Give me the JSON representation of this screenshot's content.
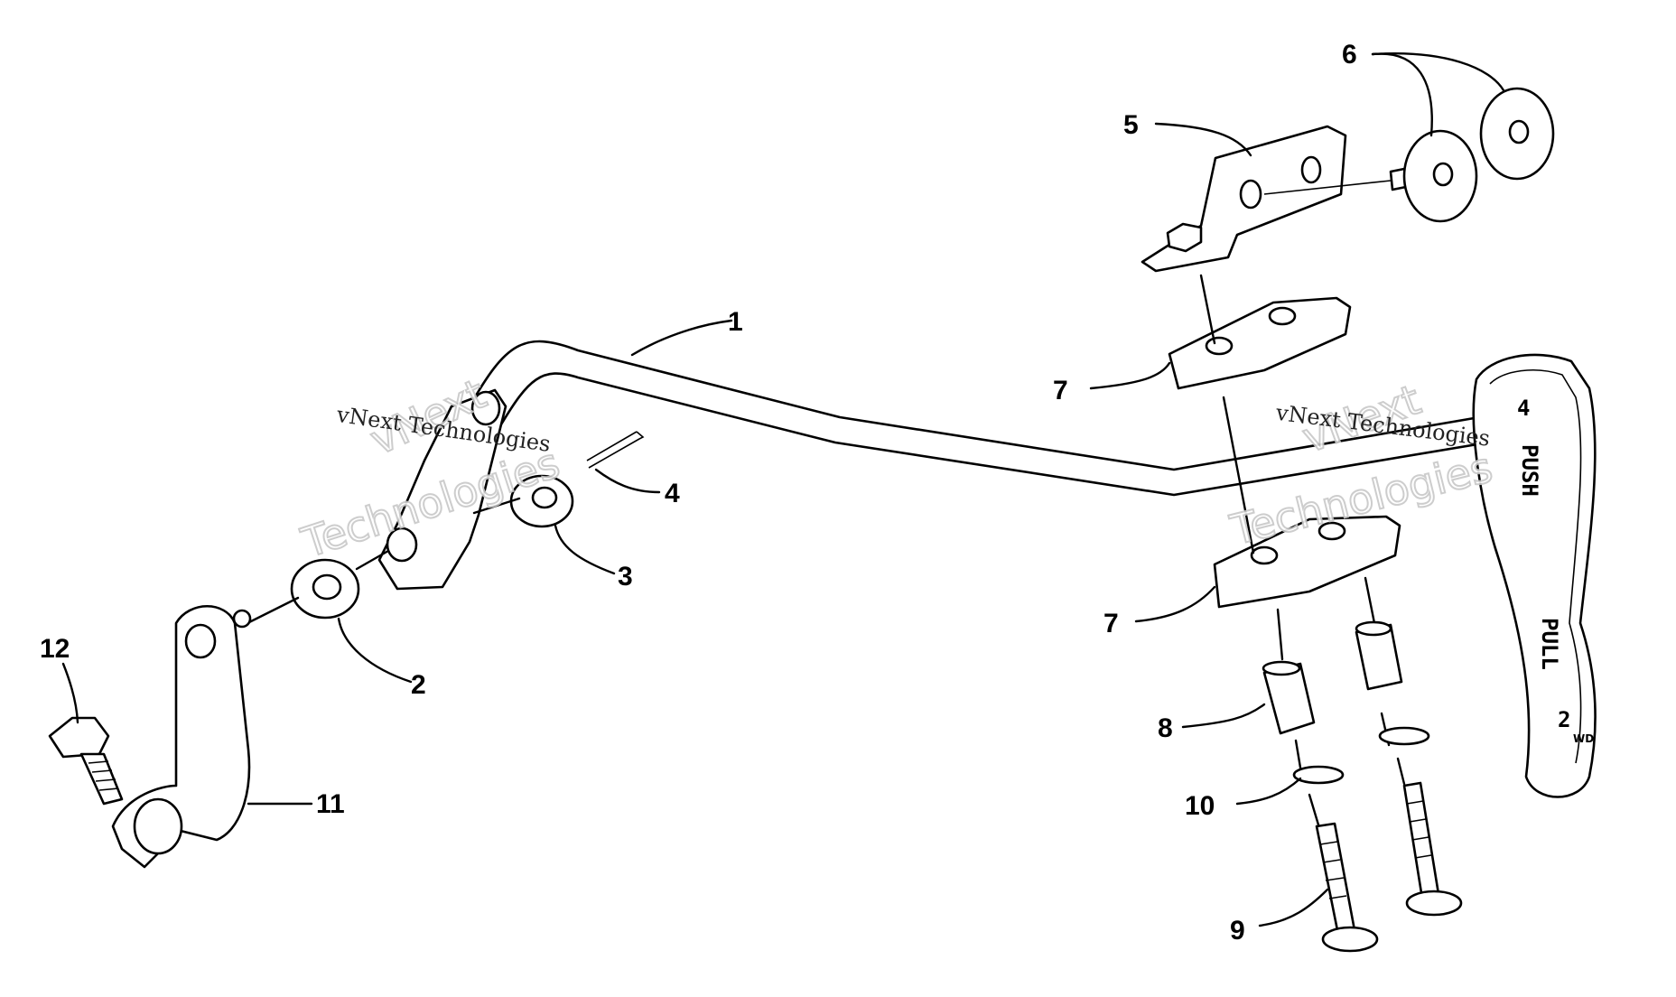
{
  "diagram": {
    "callouts": [
      {
        "id": "c1",
        "label": "1"
      },
      {
        "id": "c2",
        "label": "2"
      },
      {
        "id": "c3",
        "label": "3"
      },
      {
        "id": "c4",
        "label": "4"
      },
      {
        "id": "c5",
        "label": "5"
      },
      {
        "id": "c6",
        "label": "6"
      },
      {
        "id": "c7a",
        "label": "7"
      },
      {
        "id": "c7b",
        "label": "7"
      },
      {
        "id": "c8",
        "label": "8"
      },
      {
        "id": "c9",
        "label": "9"
      },
      {
        "id": "c10",
        "label": "10"
      },
      {
        "id": "c11",
        "label": "11"
      },
      {
        "id": "c12",
        "label": "12"
      }
    ],
    "watermark": {
      "line1": "vNext",
      "line2": "Technologies",
      "inline": "vNext Technologies"
    },
    "handle_text": {
      "top_number": "4",
      "push": "PUSH",
      "pull": "PULL",
      "bottom_number": "2",
      "wd": "WD"
    }
  }
}
